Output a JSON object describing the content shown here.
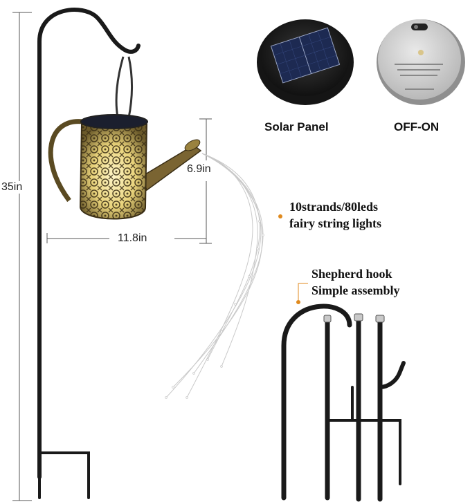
{
  "dimensions": {
    "height": "35in",
    "can_height": "6.9in",
    "can_width": "11.8in"
  },
  "captions": {
    "solar_panel": "Solar Panel",
    "switch": "OFF-ON"
  },
  "notes": {
    "lights_line1": "10strands/80leds",
    "lights_line2": "fairy string lights",
    "hook_line1": "Shepherd hook",
    "hook_line2": "Simple assembly"
  },
  "colors": {
    "accent_dot": "#e08a1e",
    "pole": "#1a1a1a",
    "lamp_glow": "#e8d27a"
  }
}
